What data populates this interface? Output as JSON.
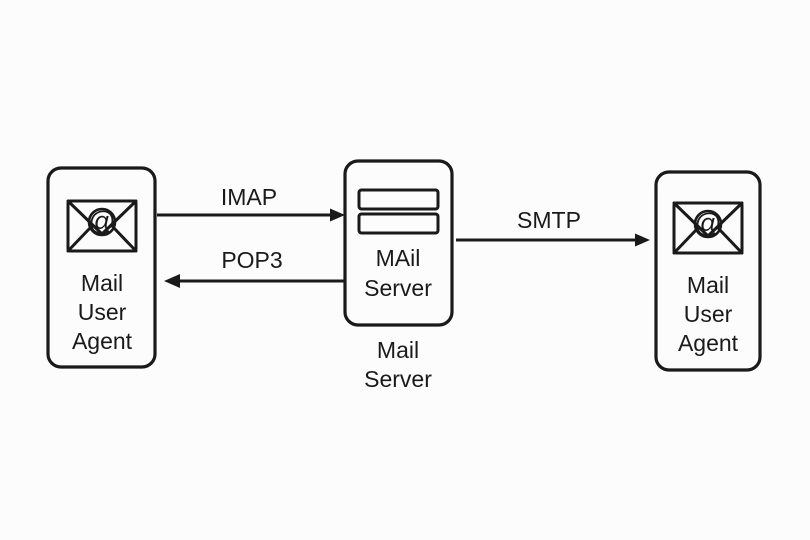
{
  "diagram": {
    "background_color": "#fcfcfc",
    "stroke_color": "#1a1a1a",
    "nodes": [
      {
        "id": "mua-left",
        "icon": "envelope-at-icon",
        "lines": [
          "Mail",
          "User",
          "Agent"
        ],
        "line1": "Mail",
        "line2": "User",
        "line3": "Agent",
        "at_symbol": "@"
      },
      {
        "id": "mail-server",
        "icon": "server-rack-icon",
        "line1": "MAil",
        "line2": "Server",
        "caption_line1": "Mail",
        "caption_line2": "Server"
      },
      {
        "id": "mua-right",
        "icon": "envelope-at-icon",
        "lines": [
          "Mail",
          "User",
          "Agent"
        ],
        "line1": "Mail",
        "line2": "User",
        "line3": "Agent",
        "at_symbol": "@"
      }
    ],
    "edges": [
      {
        "id": "imap",
        "label": "IMAP",
        "direction": "right",
        "from": "mua-left",
        "to": "mail-server"
      },
      {
        "id": "pop3",
        "label": "POP3",
        "direction": "left",
        "from": "mail-server",
        "to": "mua-left"
      },
      {
        "id": "smtp",
        "label": "SMTP",
        "direction": "right",
        "from": "mail-server",
        "to": "mua-right"
      }
    ]
  }
}
